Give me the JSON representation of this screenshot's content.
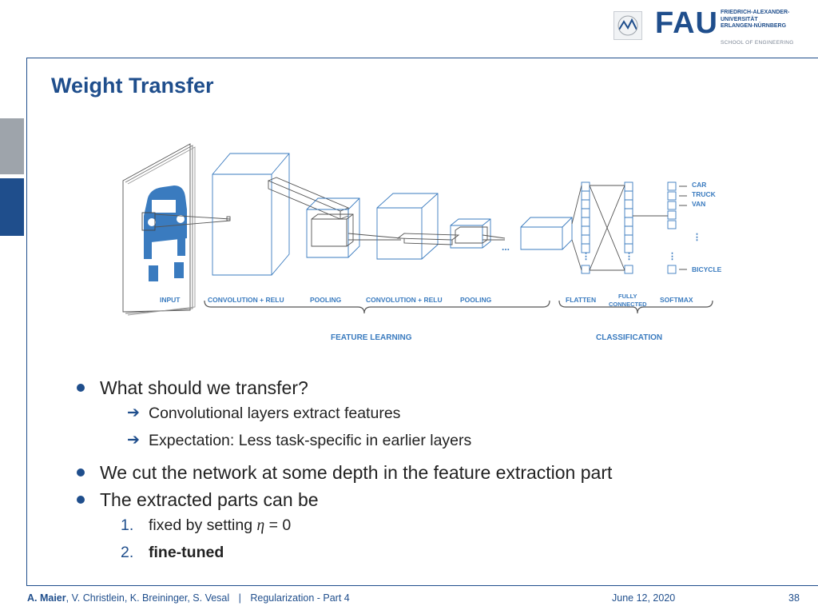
{
  "header": {
    "logo_word": "FAU",
    "university_lines": [
      "FRIEDRICH-ALEXANDER-",
      "UNIVERSITÄT",
      "ERLANGEN-NÜRNBERG"
    ],
    "school": "SCHOOL OF ENGINEERING"
  },
  "slide": {
    "title": "Weight Transfer"
  },
  "diagram": {
    "stage_labels": {
      "input": "INPUT",
      "conv1": "CONVOLUTION + RELU",
      "pool1": "POOLING",
      "conv2": "CONVOLUTION + RELU",
      "pool2": "POOLING",
      "flatten": "FLATTEN",
      "fc_line1": "FULLY",
      "fc_line2": "CONNECTED",
      "softmax": "SOFTMAX"
    },
    "group_labels": {
      "feature_learning": "FEATURE LEARNING",
      "classification": "CLASSIFICATION"
    },
    "classes": [
      "CAR",
      "TRUCK",
      "VAN",
      "BICYCLE"
    ],
    "ellipsis": "...",
    "vdots": "⋮"
  },
  "bullets": [
    {
      "text": "What should we transfer?",
      "sub": [
        {
          "arrow": "➔",
          "text": "Convolutional layers extract features"
        },
        {
          "arrow": "➔",
          "text": "Expectation: Less task-specific in earlier layers"
        }
      ]
    },
    {
      "text": "We cut the network at some depth in the feature extraction part"
    },
    {
      "text": "The extracted parts can be",
      "numbered": [
        {
          "num": "1.",
          "text_before": "fixed by setting ",
          "math_var": "η",
          "math_rest": " = 0"
        },
        {
          "num": "2.",
          "text": "fine-tuned"
        }
      ]
    }
  ],
  "footer": {
    "author_bold": "A. Maier",
    "authors_rest": ", V. Christlein, K. Breininger, S. Vesal",
    "separator": "|",
    "lecture": "Regularization - Part 4",
    "date": "June 12, 2020",
    "page": "38"
  },
  "colors": {
    "brand_blue": "#1f4e8c",
    "diagram_blue": "#3a7bbf",
    "sidebar_grey": "#9ea4ab"
  }
}
